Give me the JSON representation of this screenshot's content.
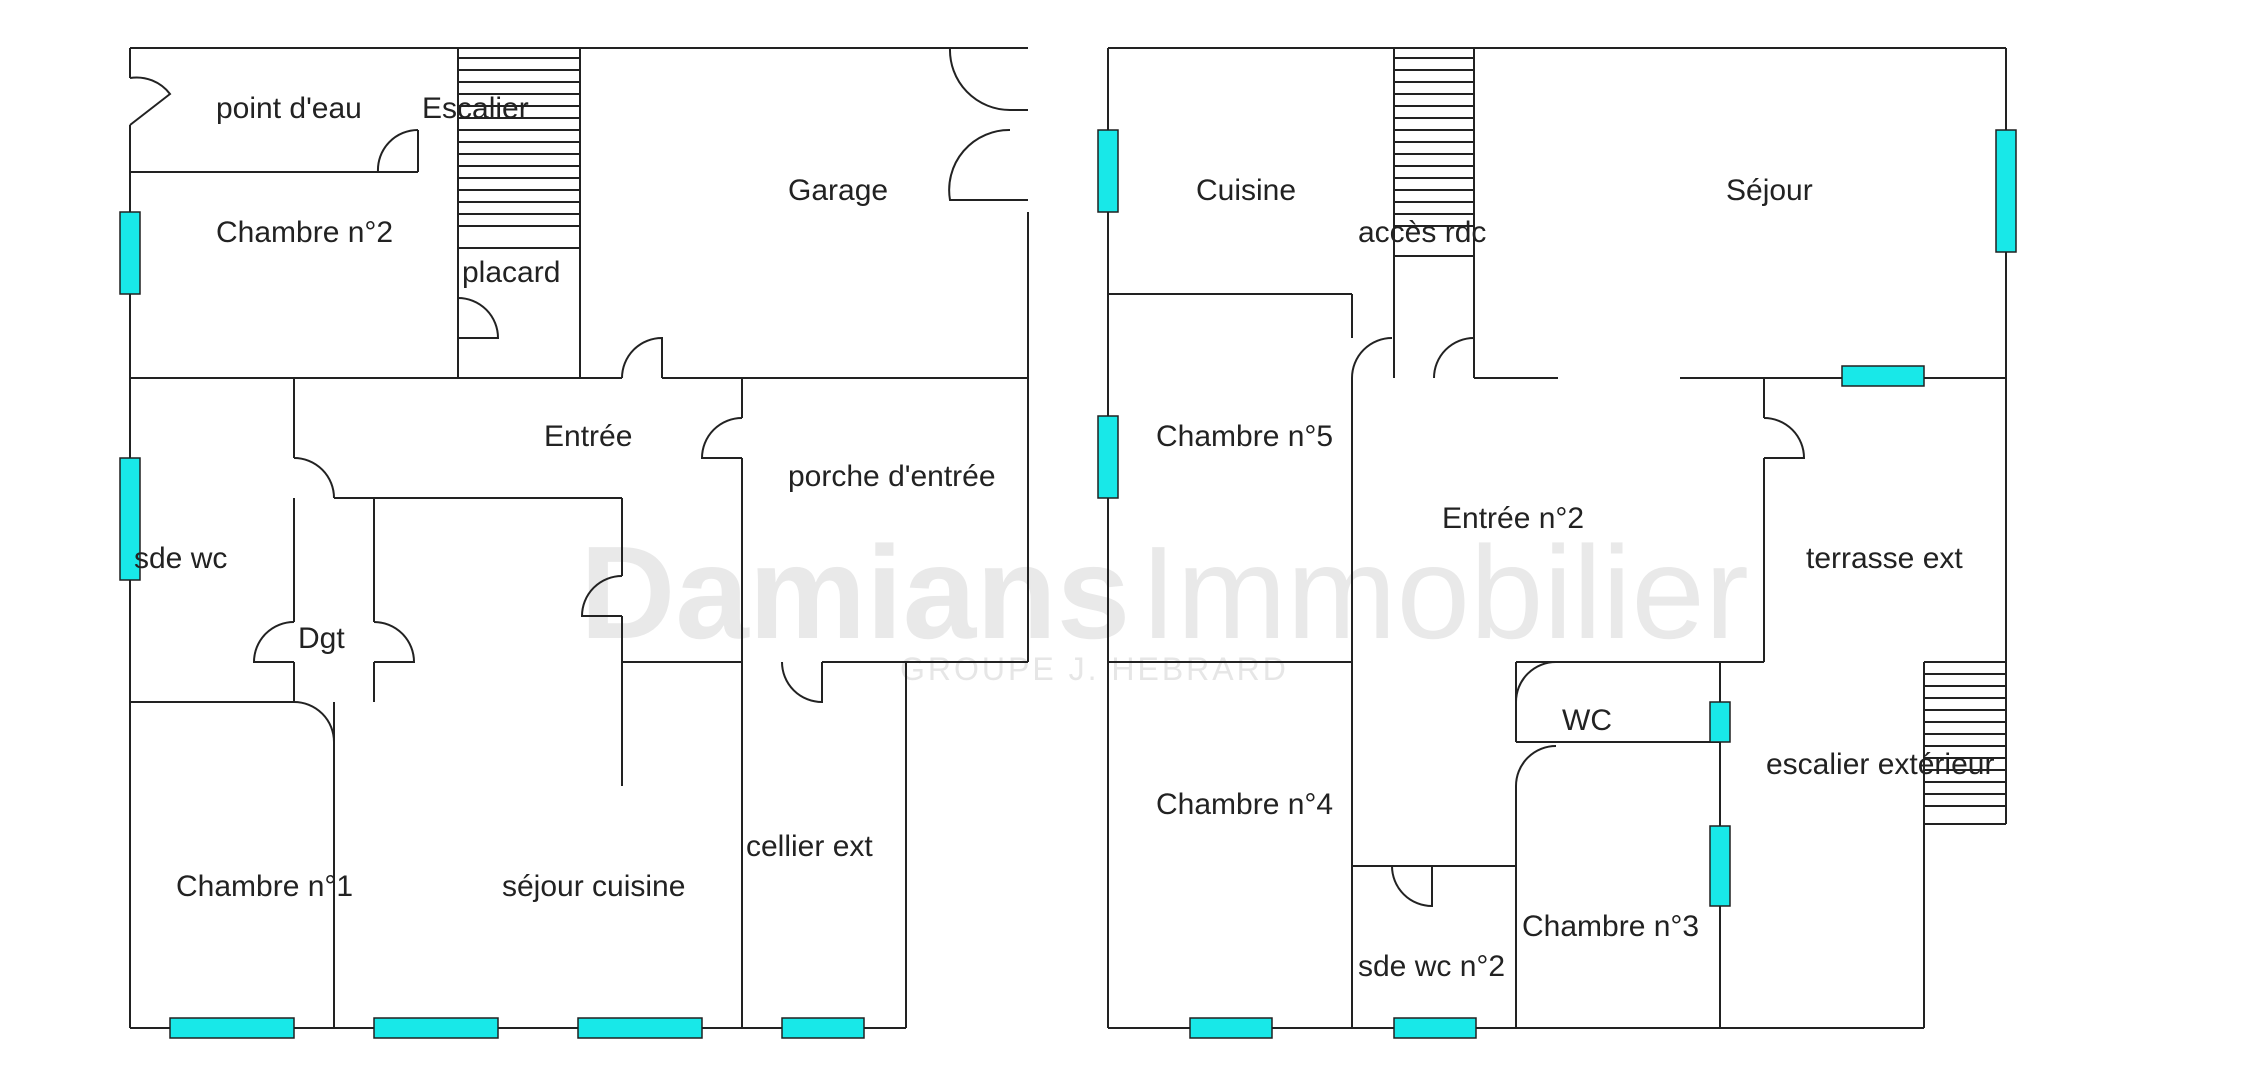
{
  "watermark": {
    "brand_bold": "Damians",
    "brand_light": "Immobilier",
    "tagline": "GROUPE J. HEBRARD"
  },
  "floors": [
    {
      "rooms": {
        "point_eau": "point d'eau",
        "escalier": "Escalier",
        "garage": "Garage",
        "chambre2": "Chambre n°2",
        "placard": "placard",
        "entree": "Entrée",
        "porche": "porche d'entrée",
        "sde_wc": "sde wc",
        "dgt": "Dgt",
        "chambre1": "Chambre n°1",
        "sejour_cuisine": "séjour cuisine",
        "cellier": "cellier ext"
      }
    },
    {
      "rooms": {
        "cuisine": "Cuisine",
        "acces_rdc": "accès rdc",
        "sejour": "Séjour",
        "chambre5": "Chambre n°5",
        "entree2": "Entrée n°2",
        "terrasse": "terrasse ext",
        "wc": "WC",
        "escalier_ext": "escalier extérieur",
        "chambre4": "Chambre n°4",
        "chambre3": "Chambre n°3",
        "sde_wc2": "sde wc n°2"
      }
    }
  ],
  "colors": {
    "window": "#18e8e8",
    "wall": "#222222",
    "background": "#ffffff"
  }
}
